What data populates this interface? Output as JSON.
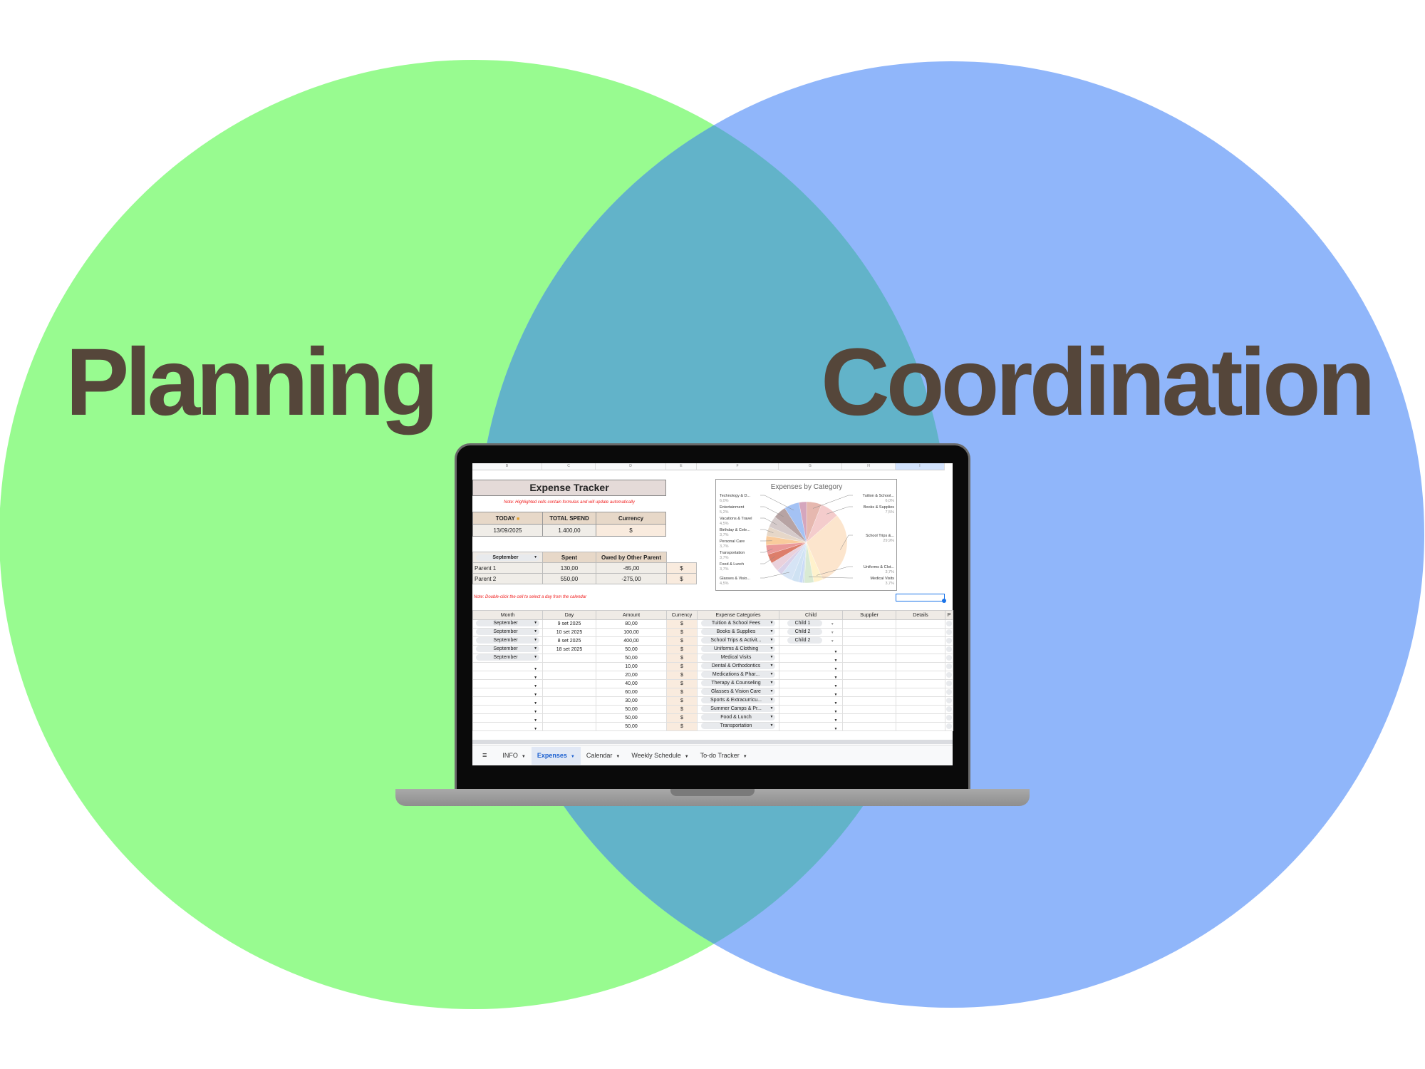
{
  "venn": {
    "left_label": "Planning",
    "right_label": "Coordination",
    "colors": {
      "left": "#98FB90",
      "right": "#90B6FA",
      "overlap": "#62B3C9",
      "text": "#55463A"
    }
  },
  "sheet": {
    "column_letters": [
      "B",
      "C",
      "D",
      "E",
      "F",
      "G",
      "H",
      "I"
    ],
    "title": "Expense Tracker",
    "note_formulas": "Note: Highlighted cells contain formulas and will update automatically",
    "summary": {
      "headers": [
        "TODAY",
        "TOTAL SPEND",
        "Currency"
      ],
      "today": "13/09/2025",
      "total": "1.400,00",
      "currency": "$"
    },
    "parents": {
      "month": "September",
      "headers": [
        "Spent",
        "Owed by Other Parent"
      ],
      "rows": [
        {
          "name": "Parent 1",
          "spent": "130,00",
          "owed": "-65,00",
          "cur": "$"
        },
        {
          "name": "Parent 2",
          "spent": "550,00",
          "owed": "-275,00",
          "cur": "$"
        }
      ]
    },
    "note_calendar": "Note: Double-click the cell to select a day from the calendar",
    "grid": {
      "headers": [
        "Month",
        "Day",
        "Amount",
        "Currency",
        "Expense Categories",
        "Child",
        "Supplier",
        "Details",
        "P"
      ],
      "rows": [
        [
          "September",
          "9 set 2025",
          "80,00",
          "$",
          "Tuition & School Fees",
          "Child 1"
        ],
        [
          "September",
          "10 set 2025",
          "100,00",
          "$",
          "Books & Supplies",
          "Child 2"
        ],
        [
          "September",
          "8 set 2025",
          "400,00",
          "$",
          "School Trips & Activit...",
          "Child 2"
        ],
        [
          "September",
          "18 set 2025",
          "50,00",
          "$",
          "Uniforms & Clothing",
          ""
        ],
        [
          "September",
          "",
          "50,00",
          "$",
          "Medical Visits",
          ""
        ],
        [
          "",
          "",
          "10,00",
          "$",
          "Dental & Orthodontics",
          ""
        ],
        [
          "",
          "",
          "20,00",
          "$",
          "Medications & Phar...",
          ""
        ],
        [
          "",
          "",
          "40,00",
          "$",
          "Therapy & Counseling",
          ""
        ],
        [
          "",
          "",
          "60,00",
          "$",
          "Glasses & Vision Care",
          ""
        ],
        [
          "",
          "",
          "30,00",
          "$",
          "Sports & Extracurricu...",
          ""
        ],
        [
          "",
          "",
          "50,00",
          "$",
          "Summer Camps & Pr...",
          ""
        ],
        [
          "",
          "",
          "50,00",
          "$",
          "Food & Lunch",
          ""
        ],
        [
          "",
          "",
          "50,00",
          "$",
          "Transportation",
          ""
        ]
      ]
    },
    "tabs": [
      {
        "label": "INFO"
      },
      {
        "label": "Expenses",
        "active": true
      },
      {
        "label": "Calendar"
      },
      {
        "label": "Weekly Schedule"
      },
      {
        "label": "To-do Tracker"
      }
    ]
  },
  "chart_data": {
    "type": "pie",
    "title": "Expenses by Category",
    "slices": [
      {
        "label": "Tuition & School...",
        "value": 6.0,
        "pct": "6,0%",
        "color": "#E6B8AF",
        "side": "right"
      },
      {
        "label": "Books & Supplies",
        "value": 7.5,
        "pct": "7,5%",
        "color": "#F4CCCC",
        "side": "right"
      },
      {
        "label": "School Trips &...",
        "value": 29.9,
        "pct": "29,9%",
        "color": "#FCE5CD",
        "side": "right"
      },
      {
        "label": "Uniforms & Clot...",
        "value": 3.7,
        "pct": "3,7%",
        "color": "#FFF2CC",
        "side": "right"
      },
      {
        "label": "Medical Visits",
        "value": 3.7,
        "pct": "3,7%",
        "color": "#D9EAD3",
        "side": "right"
      },
      {
        "value": 0.7,
        "color": "#D0E0E3"
      },
      {
        "value": 1.5,
        "color": "#C9DAF8"
      },
      {
        "value": 3.0,
        "color": "#CFE2F3"
      },
      {
        "label": "Glasses & Visio...",
        "value": 4.5,
        "pct": "4,5%",
        "color": "#D6E4F5",
        "side": "left"
      },
      {
        "value": 2.2,
        "color": "#D9D2E9"
      },
      {
        "value": 3.7,
        "color": "#EAD1DC"
      },
      {
        "label": "Food & Lunch",
        "value": 3.7,
        "pct": "3,7%",
        "color": "#DD7E6B",
        "side": "left"
      },
      {
        "label": "Transportation",
        "value": 3.7,
        "pct": "3,7%",
        "color": "#EA9999",
        "side": "left"
      },
      {
        "label": "Personal Care",
        "value": 3.7,
        "pct": "3,7%",
        "color": "#F9CB9C",
        "side": "left"
      },
      {
        "label": "Birthday & Cele...",
        "value": 3.7,
        "pct": "3,7%",
        "color": "#E6D7C8",
        "side": "left"
      },
      {
        "label": "Vacations & Travel",
        "value": 4.5,
        "pct": "4,5%",
        "color": "#D5CACA",
        "side": "left"
      },
      {
        "label": "Entertainment",
        "value": 5.2,
        "pct": "5,2%",
        "color": "#B7A3A3",
        "side": "left"
      },
      {
        "label": "Technology & D...",
        "value": 6.0,
        "pct": "6,0%",
        "color": "#A4C2F4",
        "side": "left"
      },
      {
        "value": 3.0,
        "color": "#D5A6BD"
      }
    ]
  }
}
